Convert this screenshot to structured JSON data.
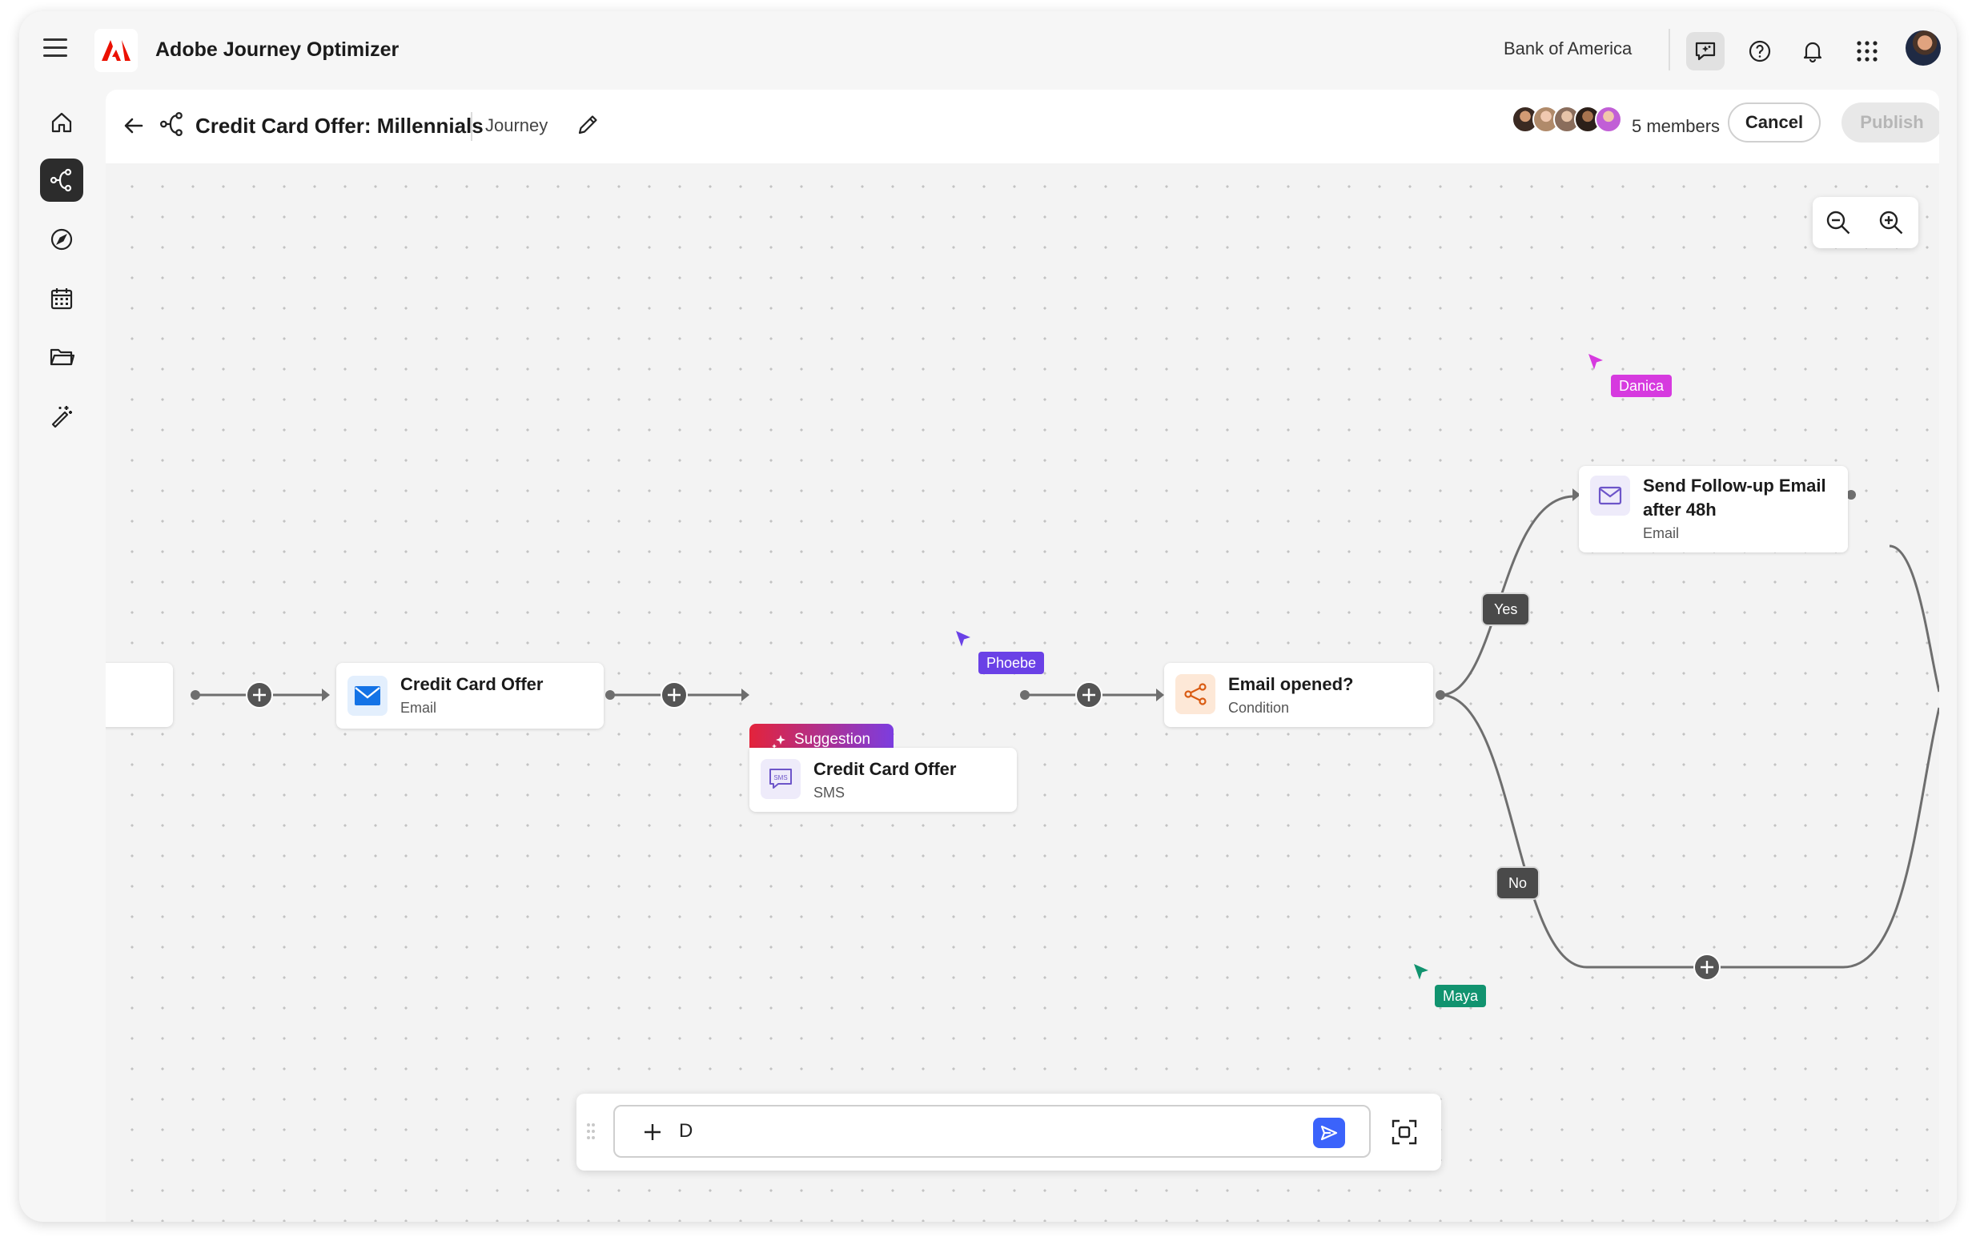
{
  "header": {
    "app_title": "Adobe Journey Optimizer",
    "org": "Bank of America",
    "icons": [
      "chat-sparkle-icon",
      "help-icon",
      "bell-icon",
      "apps-grid-icon"
    ]
  },
  "rail": {
    "items": [
      "home-icon",
      "journey-icon",
      "compass-icon",
      "calendar-icon",
      "folder-icon",
      "magic-wand-icon"
    ],
    "active": "journey-icon"
  },
  "journey": {
    "title": "Credit Card Offer: Millennials",
    "type": "Journey",
    "members": "5 members",
    "cancel_label": "Cancel",
    "publish_label": "Publish"
  },
  "nodes": {
    "email_offer": {
      "title": "Credit Card Offer",
      "subtitle": "Email"
    },
    "sms_offer": {
      "title": "Credit Card Offer",
      "subtitle": "SMS",
      "badge": "Suggestion"
    },
    "condition": {
      "title": "Email opened?",
      "subtitle": "Condition"
    },
    "followup": {
      "title_line1": "Send Follow-up Email",
      "title_line2": "after 48h",
      "subtitle": "Email"
    }
  },
  "branches": {
    "yes": "Yes",
    "no": "No"
  },
  "cursors": [
    {
      "name": "Danica",
      "color": "#d63adf"
    },
    {
      "name": "Phoebe",
      "color": "#6a41e6"
    },
    {
      "name": "Maya",
      "color": "#11936f"
    }
  ],
  "chat": {
    "value": "D"
  },
  "colors": {
    "accent": "#3b63fb",
    "adobe_red": "#eb1000",
    "suggestion_start": "#e3233b",
    "suggestion_end": "#7c3de0"
  }
}
